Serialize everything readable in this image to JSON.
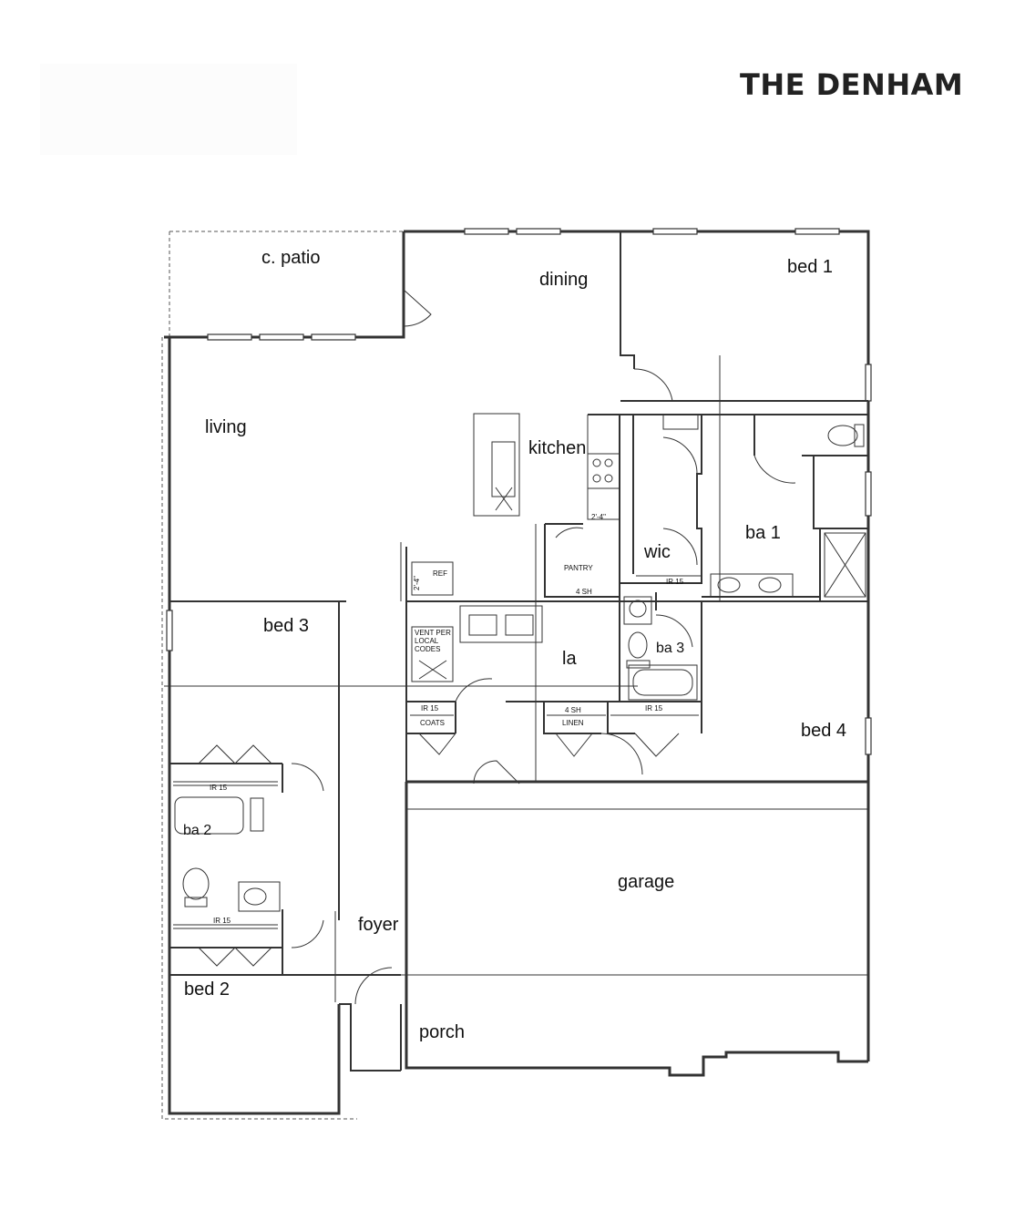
{
  "title": "THE DENHAM",
  "rooms": {
    "patio": "c. patio",
    "dining": "dining",
    "bed1": "bed 1",
    "living": "living",
    "kitchen": "kitchen",
    "ba1": "ba 1",
    "wic": "wic",
    "bed3": "bed 3",
    "la": "la",
    "ba3": "ba 3",
    "bed4": "bed 4",
    "ba2": "ba 2",
    "garage": "garage",
    "foyer": "foyer",
    "bed2": "bed 2",
    "porch": "porch"
  },
  "labels": {
    "pantry": "PANTRY",
    "ref": "REF",
    "vent1": "VENT PER",
    "vent2": "LOCAL",
    "vent3": "CODES",
    "coats": "COATS",
    "linen": "LINEN",
    "ir15": "IR 15",
    "sh4": "4 SH",
    "dim1": "2'-4\"",
    "dim2": "2'-4\""
  }
}
